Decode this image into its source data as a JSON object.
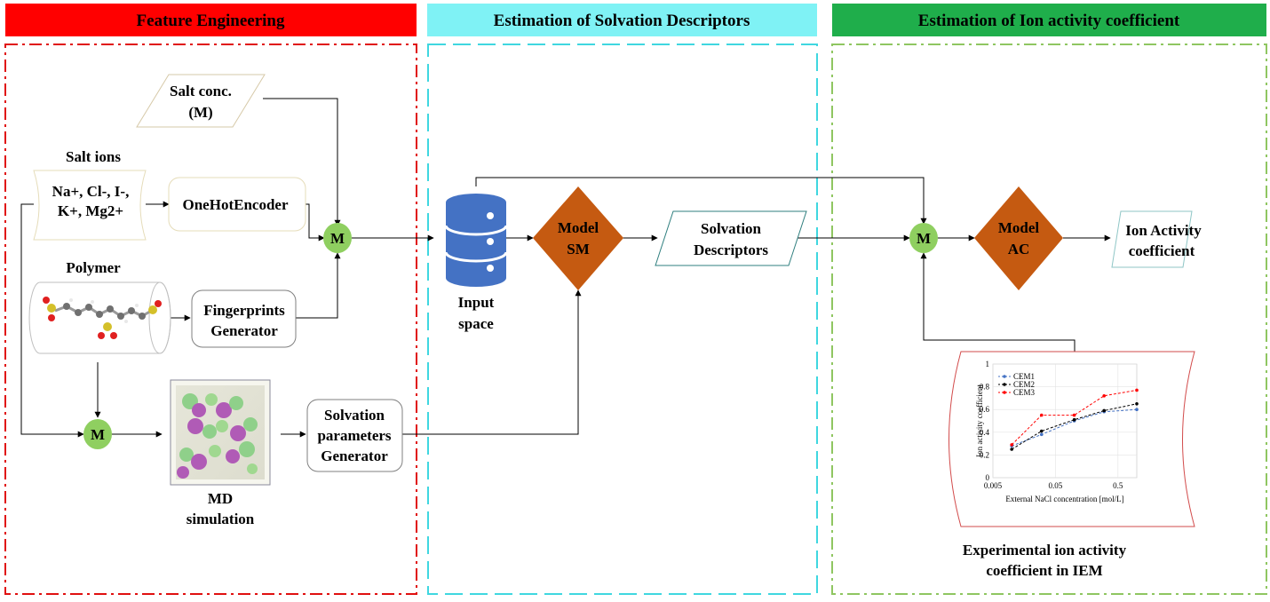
{
  "headers": {
    "feature": "Feature Engineering",
    "solvation": "Estimation of Solvation Descriptors",
    "activity": "Estimation of Ion activity coefficient"
  },
  "colors": {
    "feature": "#ff0000",
    "solvation": "#7ff2f5",
    "activity": "#1fae4b",
    "model": "#c55a11",
    "merge": "#8fcf60",
    "database": "#4472c4",
    "cem1": "#4472c4",
    "cem2": "#000000",
    "cem3": "#ff0000"
  },
  "nodes": {
    "salt_conc": [
      "Salt conc.",
      "(M)"
    ],
    "salt_ions_title": "Salt ions",
    "salt_ions": [
      "Na+, Cl-, I-,",
      "K+,  Mg2+"
    ],
    "onehot": "OneHotEncoder",
    "polymer_title": "Polymer",
    "fingerprints": [
      "Fingerprints",
      "Generator"
    ],
    "merge": "M",
    "md_sim": [
      "MD",
      "simulation"
    ],
    "solv_params": [
      "Solvation",
      "parameters",
      "Generator"
    ],
    "input_space": [
      "Input",
      "space"
    ],
    "model_sm": [
      "Model",
      "SM"
    ],
    "solv_desc": [
      "Solvation",
      "Descriptors"
    ],
    "model_ac": [
      "Model",
      "AC"
    ],
    "ion_act": [
      "Ion Activity",
      "coefficient"
    ],
    "exp_caption": [
      "Experimental ion activity",
      "coefficient in IEM"
    ]
  },
  "chart_data": {
    "type": "line",
    "xlabel": "External NaCl concentration [mol/L]",
    "ylabel": "Ion activity coefficient",
    "xscale": "log",
    "xticks": [
      "0.005",
      "0.05",
      "0.5"
    ],
    "yticks": [
      "0",
      "0.2",
      "0.4",
      "0.6",
      "0.8",
      "1"
    ],
    "xlim": [
      0.005,
      1
    ],
    "ylim": [
      0,
      1
    ],
    "x": [
      0.01,
      0.03,
      0.1,
      0.3,
      1.0
    ],
    "series": [
      {
        "name": "CEM1",
        "values": [
          0.28,
          0.38,
          0.5,
          0.58,
          0.6
        ]
      },
      {
        "name": "CEM2",
        "values": [
          0.25,
          0.41,
          0.51,
          0.59,
          0.65
        ]
      },
      {
        "name": "CEM3",
        "values": [
          0.29,
          0.55,
          0.55,
          0.72,
          0.77
        ]
      }
    ]
  }
}
